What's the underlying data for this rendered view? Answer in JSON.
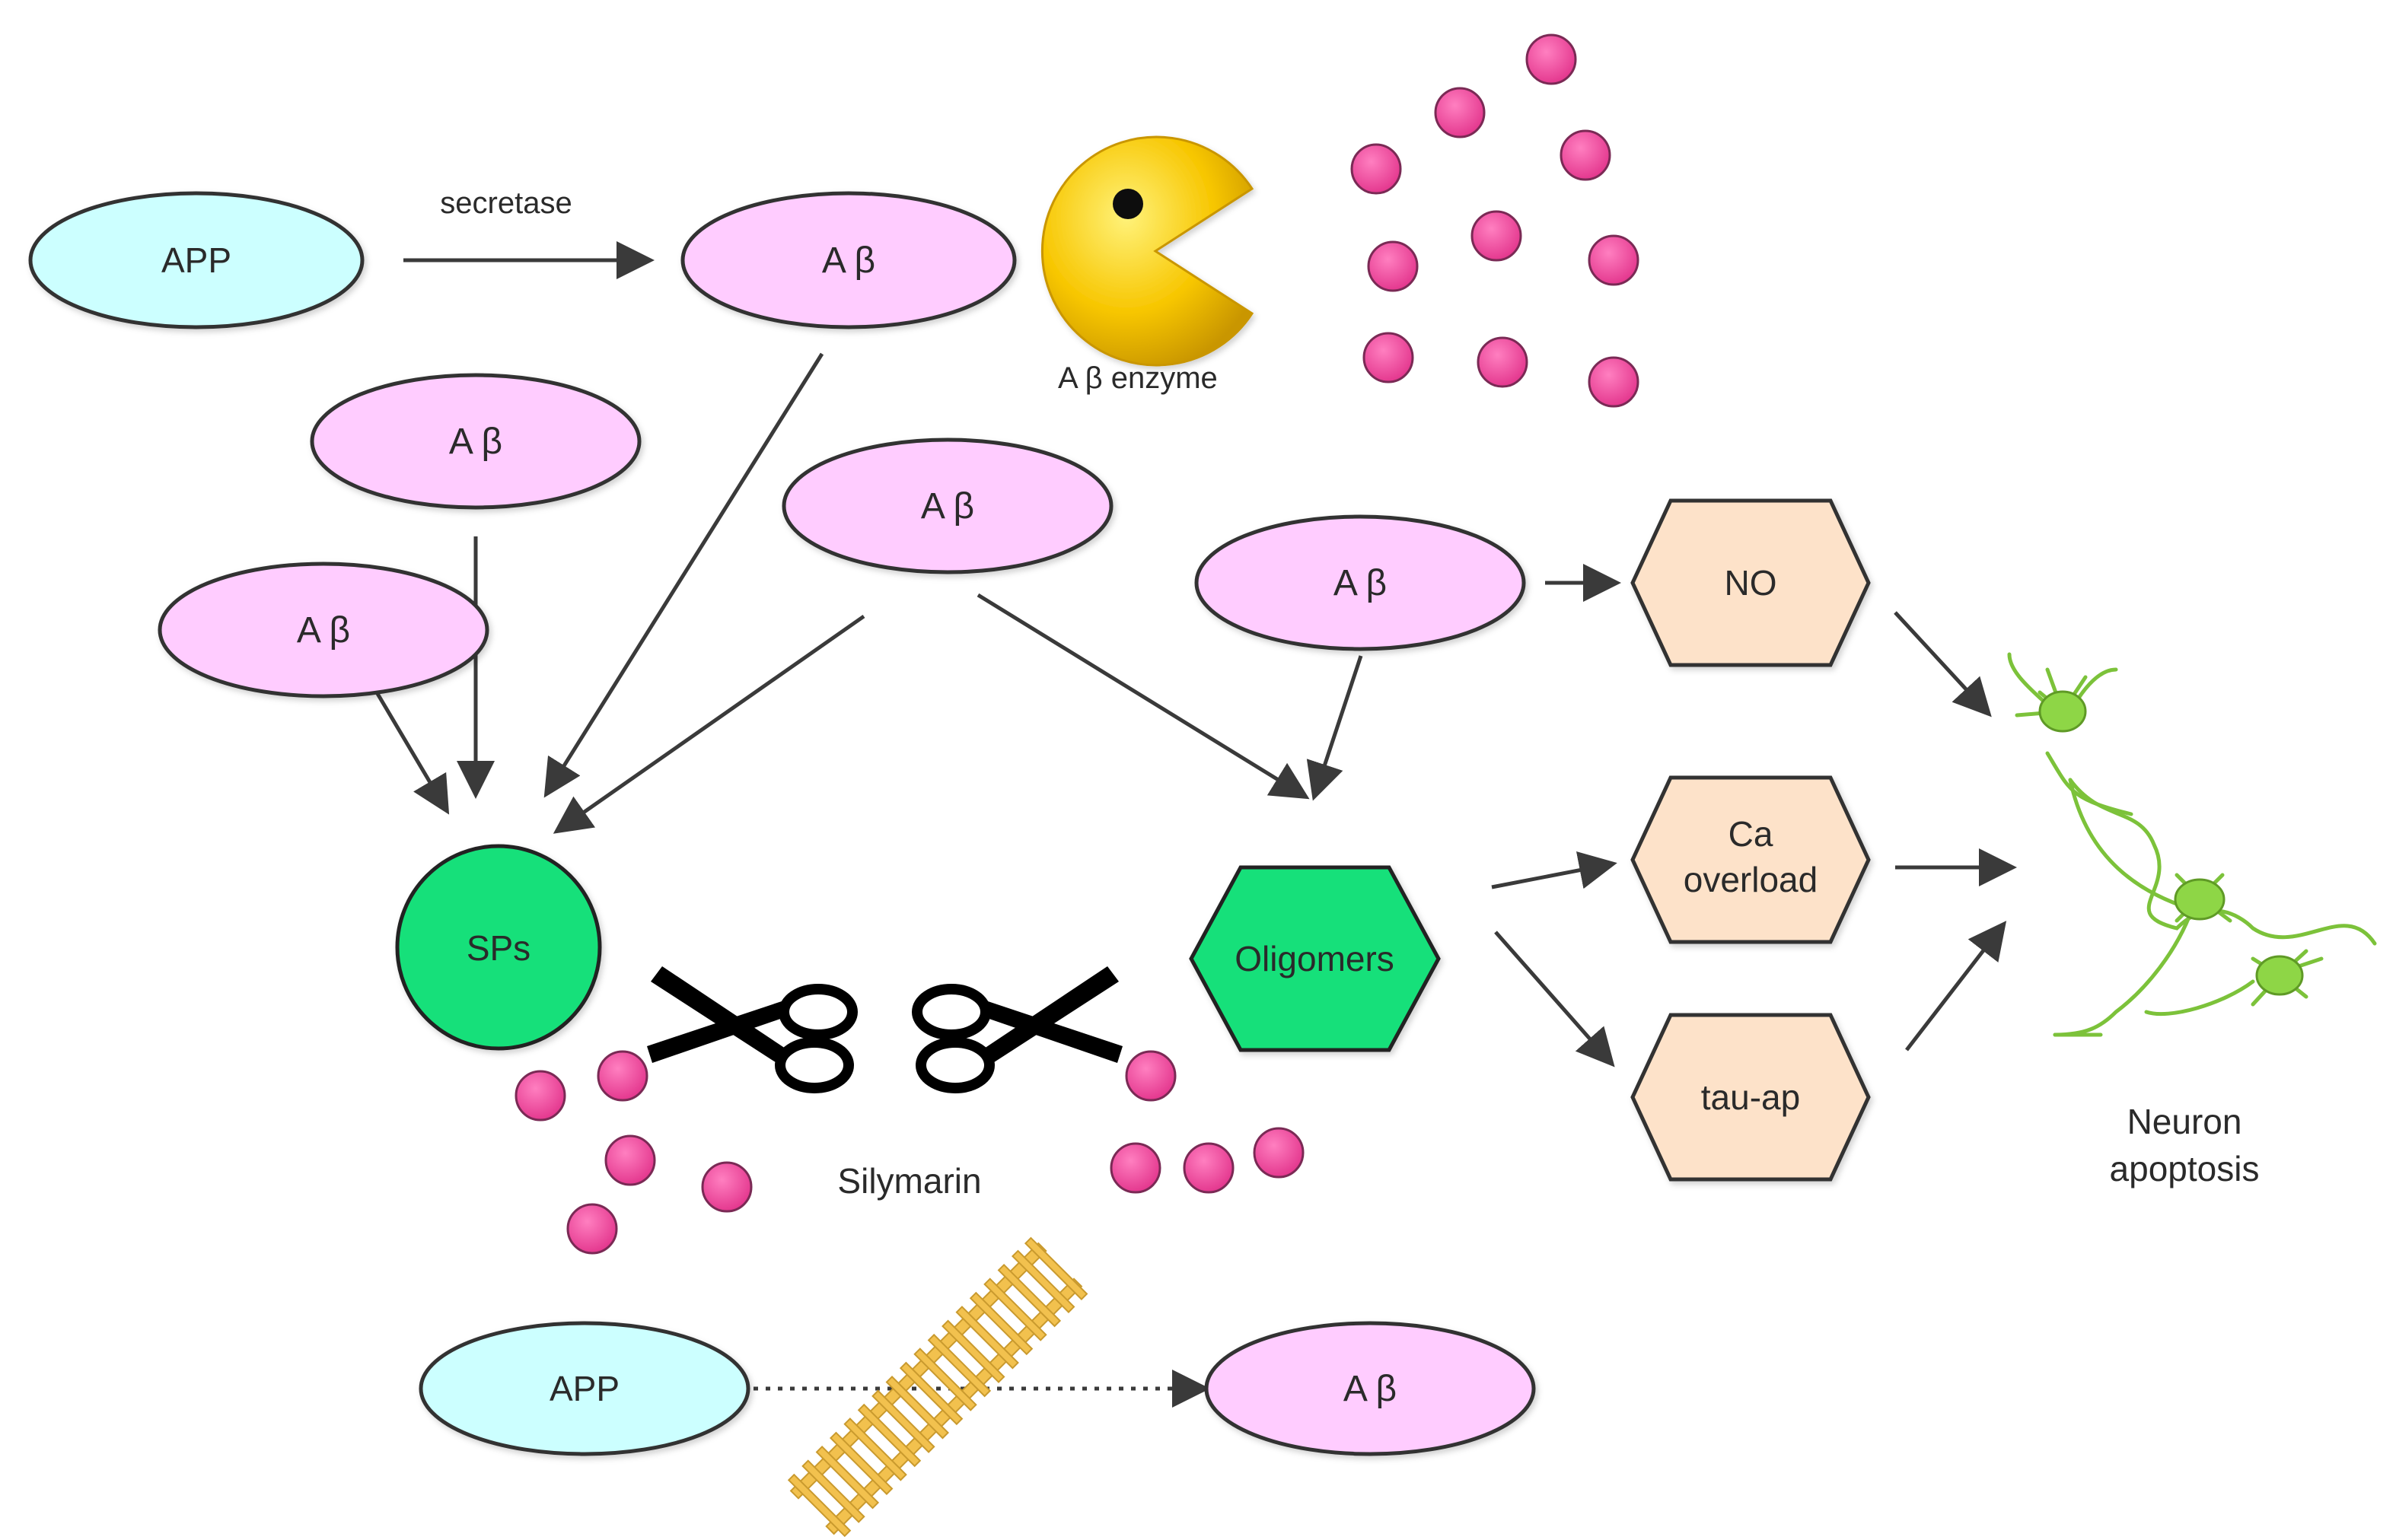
{
  "labels": {
    "app_top": "APP",
    "secretase": "secretase",
    "ab_top": "A β",
    "ab_enzyme": "A β   enzyme",
    "ab_left_upper": "A β",
    "ab_left_lower": "A β",
    "ab_center": "A β",
    "ab_right": "A β",
    "no": "NO",
    "ca_line1": "Ca",
    "ca_line2": "overload",
    "tau": "tau-ap",
    "sps": "SPs",
    "oligomers": "Oligomers",
    "silymarin": "Silymarin",
    "neuron_line1": "Neuron",
    "neuron_line2": "apoptosis",
    "app_bottom": "APP",
    "ab_bottom": "A β"
  },
  "colors": {
    "app_fill": "#ccffff",
    "ab_fill": "#ffccff",
    "hexagon_fill": "#fde2c9",
    "green_fill": "#17e07a",
    "dot_fill": "#f0439a",
    "enzyme_fill": "#f7c600",
    "neuron_color": "#7cc23a",
    "arrow_color": "#3a3a3a",
    "ladder_color": "#f2c14e"
  },
  "icons": [
    "pacman-enzyme-icon",
    "scissors-icon",
    "scissors-icon",
    "ladder-membrane-icon",
    "neuron-cell-icon"
  ]
}
